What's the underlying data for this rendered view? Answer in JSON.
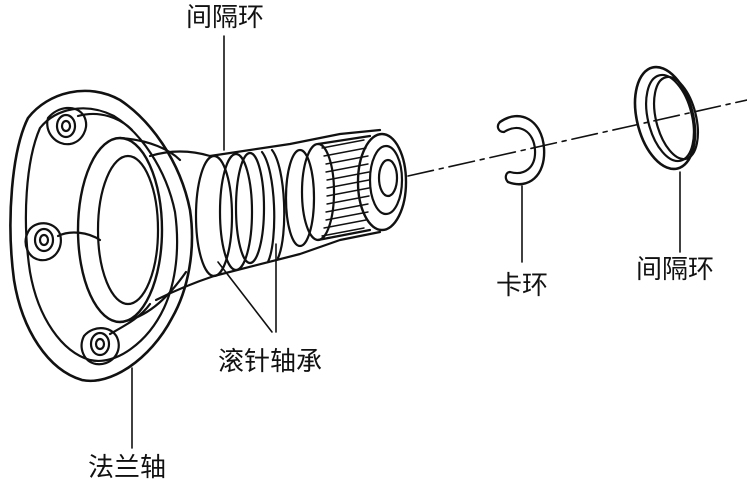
{
  "labels": {
    "spacer_top": "间隔环",
    "snap_ring": "卡环",
    "spacer_right": "间隔环",
    "needle_bearing": "滚针轴承",
    "flange_shaft": "法兰轴"
  },
  "colors": {
    "ink": "#111111",
    "paper": "#ffffff"
  }
}
